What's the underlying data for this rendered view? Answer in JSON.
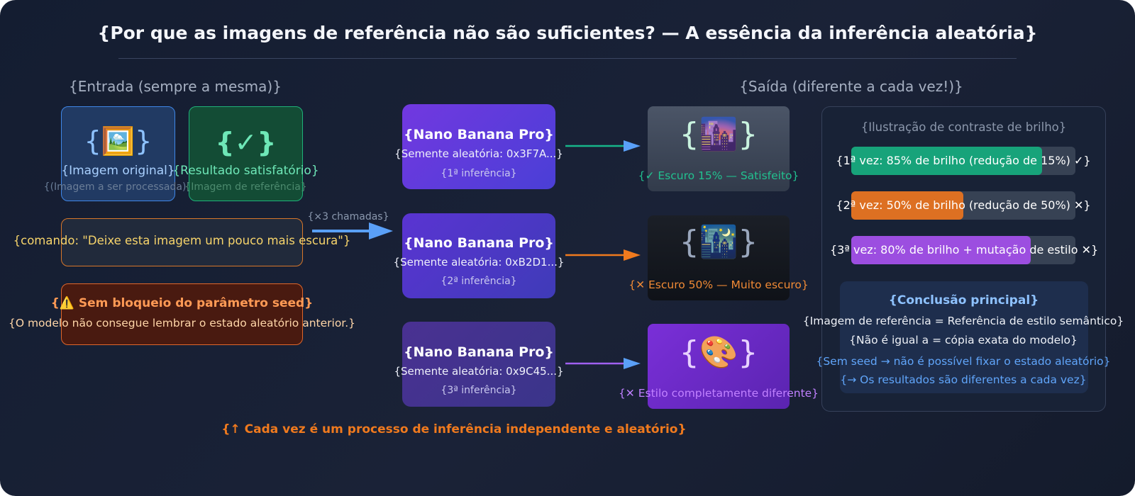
{
  "title": "{Por que as imagens de referência não são suficientes? — A essência da inferência aleatória}",
  "input": {
    "heading": "{Entrada (sempre a mesma)}",
    "original_image": {
      "icon": "{🖼️}",
      "icon_name": "framed-picture-icon",
      "label": "{Imagem original}",
      "sub": "{(Imagem a ser processada)}"
    },
    "reference_image": {
      "icon": "{✓}",
      "icon_name": "check-icon",
      "label": "{Resultado satisfatório}",
      "sub": "{Imagem de referência}"
    },
    "prompt": "{comando: \"Deixe esta imagem um pouco mais escura\"}",
    "calls_label": "{×3 chamadas}",
    "warning": {
      "title": "{⚠️ Sem bloqueio do parâmetro seed}",
      "text": "{O modelo não consegue lembrar o estado aleatório anterior.}"
    }
  },
  "models": [
    {
      "name": "{Nano Banana Pro}",
      "seed": "{Semente aleatória: 0x3F7A...}",
      "run": "{1ª inferência}"
    },
    {
      "name": "{Nano Banana Pro}",
      "seed": "{Semente aleatória: 0xB2D1...}",
      "run": "{2ª inferência}"
    },
    {
      "name": "{Nano Banana Pro}",
      "seed": "{Semente aleatória: 0x9C45...}",
      "run": "{3ª inferência}"
    }
  ],
  "footer_note": "{↑ Cada vez é um processo de inferência independente e aleatório}",
  "output": {
    "heading": "{Saída (diferente a cada vez!)}",
    "results": [
      {
        "icon": "{🌆}",
        "icon_name": "city-dusk-icon",
        "label": "{✓ Escuro 15% — Satisfeito}",
        "color": "#22c08f"
      },
      {
        "icon": "{🌃}",
        "icon_name": "night-city-icon",
        "label": "{✕ Escuro 50% — Muito escuro}",
        "color": "#f08a35"
      },
      {
        "icon": "{🎨}",
        "icon_name": "artist-palette-icon",
        "label": "{✕ Estilo completamente diferente}",
        "color": "#c080ff"
      }
    ]
  },
  "brightness": {
    "heading": "{Ilustração de contraste de brilho}",
    "bars": [
      {
        "text": "{1ª vez: 85% de brilho (redução de 15%) ✓}",
        "fill": 0.85,
        "color": "#17a37a"
      },
      {
        "text": "{2ª vez: 50% de brilho (redução de 50%) ✕}",
        "fill": 0.5,
        "color": "#dd7022"
      },
      {
        "text": "{3ª vez: 80% de brilho + mutação de estilo ✕}",
        "fill": 0.8,
        "color": "#9c4ee0"
      }
    ]
  },
  "conclusion": {
    "title": "{Conclusão principal}",
    "lines": [
      "{Imagem de referência = Referência de estilo semântico}",
      "{Não é igual a = cópia exata do modelo}",
      "{Sem seed → não é possível fixar o estado aleatório}",
      "{→ Os resultados são diferentes a cada vez}"
    ]
  },
  "colors": {
    "green": "#22c08f",
    "orange": "#f08a35",
    "purple": "#c080ff",
    "blue": "#60a5fa",
    "yellow": "#f7d46b"
  }
}
